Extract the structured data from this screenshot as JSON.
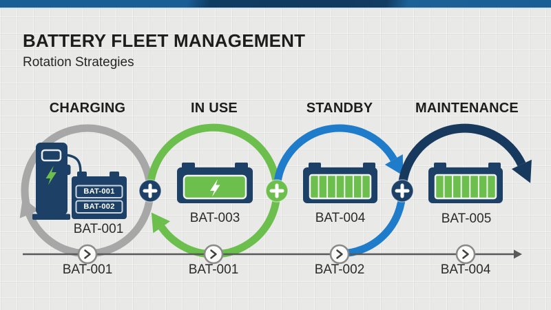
{
  "slide": {
    "title": "BATTERY FLEET MANAGEMENT",
    "subtitle": "Rotation Strategies"
  },
  "stages": [
    {
      "label": "CHARGING",
      "unit": "BAT-001",
      "color": "#a7a7a7"
    },
    {
      "label": "IN USE",
      "unit": "BAT-003",
      "color": "#6cbf4c"
    },
    {
      "label": "STANDBY",
      "unit": "BAT-004",
      "color": "#1e7ccb"
    },
    {
      "label": "MAINTENANCE",
      "unit": "BAT-005",
      "color": "#17395d"
    }
  ],
  "charging_queue": {
    "batteries": [
      "BAT-001",
      "BAT-002"
    ]
  },
  "timeline": {
    "entries": [
      "BAT-001",
      "BAT-001",
      "BAT-002",
      "BAT-004"
    ]
  },
  "colors": {
    "banner_navy": "#12395f",
    "banner_blue": "#1b5d95",
    "background": "#e9e9e7",
    "gray_arrow": "#a7a7a7",
    "green": "#6cbf4c",
    "blue": "#1e7ccb",
    "navy": "#17395d",
    "icon_navy": "#1c4066",
    "timeline_line": "#58595b"
  }
}
